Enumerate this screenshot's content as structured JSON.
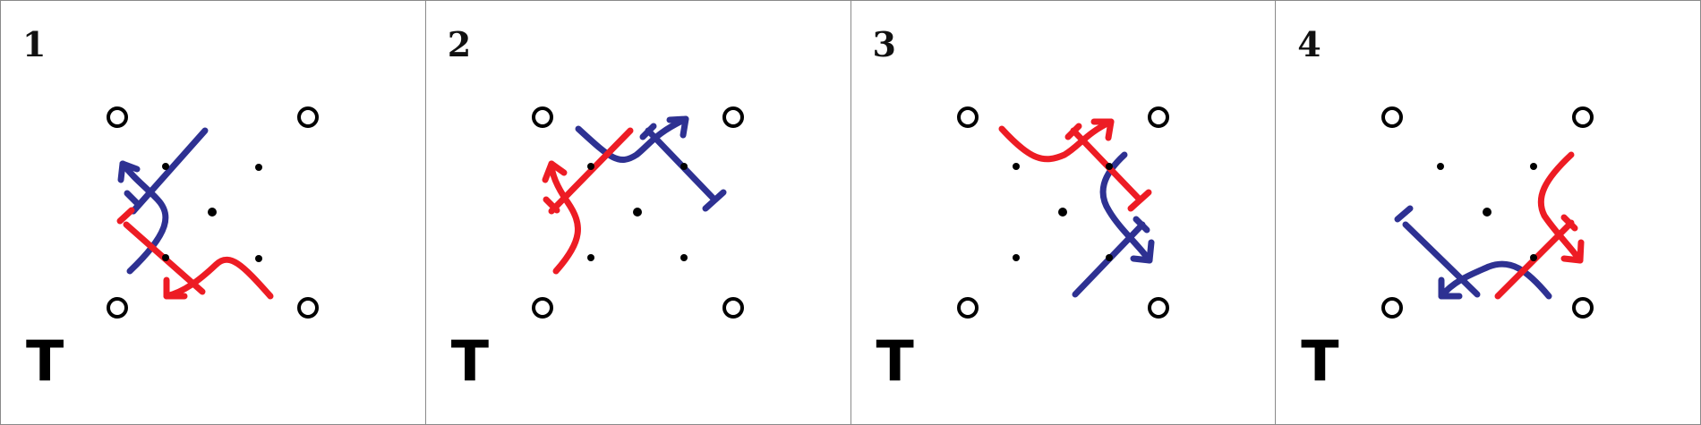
{
  "colors": {
    "blue": "#2e3192",
    "red": "#ed1c24",
    "ink": "#000000",
    "border": "#8a8a8a"
  },
  "panels": [
    {
      "number": "1",
      "tag": "T"
    },
    {
      "number": "2",
      "tag": "T"
    },
    {
      "number": "3",
      "tag": "T"
    },
    {
      "number": "4",
      "tag": "T"
    }
  ]
}
